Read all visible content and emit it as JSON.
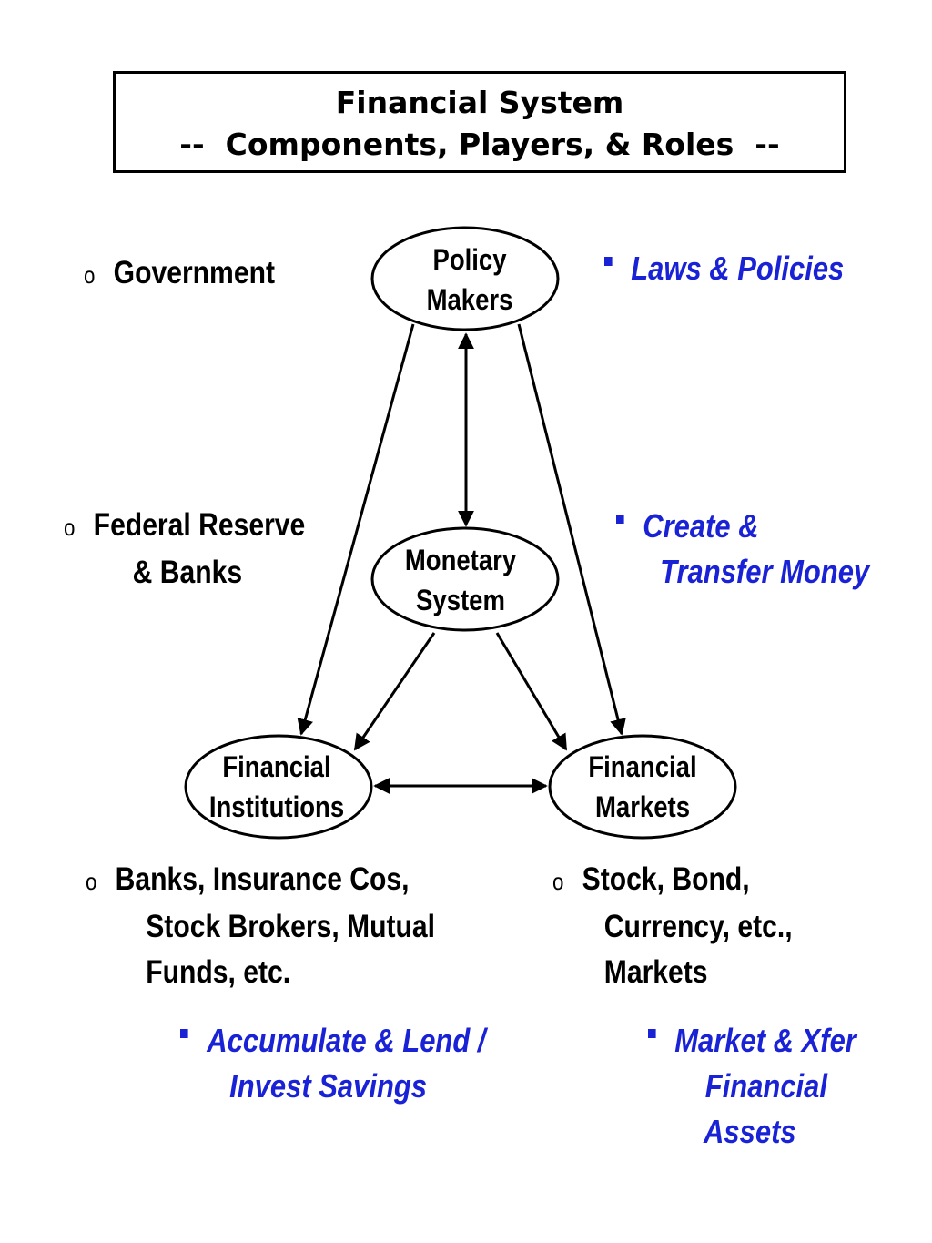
{
  "colors": {
    "role_text": "#1a22d6",
    "line": "#000000"
  },
  "title": {
    "line1": "Financial System",
    "line2": "--  Components, Players, & Roles  --"
  },
  "nodes": {
    "policy": {
      "line1": "Policy",
      "line2": "Makers"
    },
    "monetary": {
      "line1": "Monetary",
      "line2": "System"
    },
    "institutions": {
      "line1": "Financial",
      "line2": "Institutions"
    },
    "markets": {
      "line1": "Financial",
      "line2": "Markets"
    }
  },
  "players": {
    "bullet_symbol": "o",
    "government": "Government",
    "fed": {
      "line1": "Federal Reserve",
      "line2": "& Banks"
    },
    "institutions": {
      "line1": "Banks, Insurance Cos,",
      "line2": "Stock Brokers, Mutual",
      "line3": "Funds, etc."
    },
    "markets": {
      "line1": "Stock, Bond,",
      "line2": "Currency, etc.,",
      "line3": "Markets"
    }
  },
  "roles": {
    "policy": "Laws & Policies",
    "monetary": {
      "line1": "Create &",
      "line2": "Transfer Money"
    },
    "institutions": {
      "line1": "Accumulate & Lend /",
      "line2": "Invest Savings"
    },
    "markets": {
      "line1": "Market & Xfer",
      "line2": "Financial",
      "line3": "Assets"
    }
  }
}
